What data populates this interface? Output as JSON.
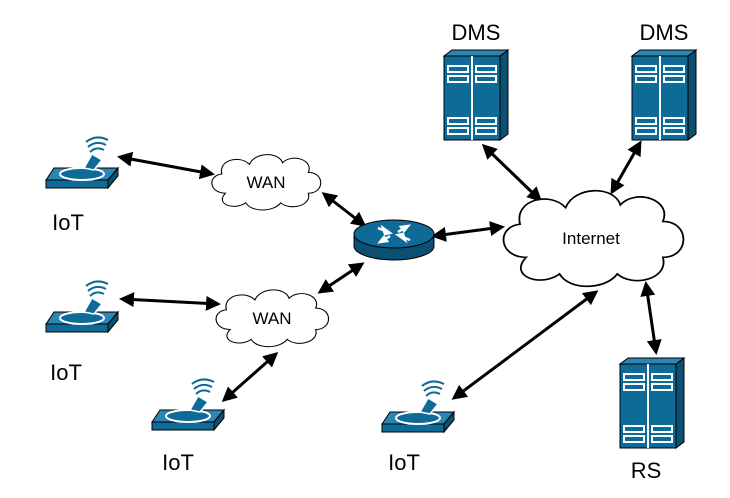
{
  "nodes": {
    "dms_left": {
      "label": "DMS",
      "icon": "server-icon"
    },
    "dms_right": {
      "label": "DMS",
      "icon": "server-icon"
    },
    "rs": {
      "label": "RS",
      "icon": "server-icon"
    },
    "internet": {
      "label": "Internet",
      "icon": "cloud-icon"
    },
    "wan_top": {
      "label": "WAN",
      "icon": "cloud-icon"
    },
    "wan_bottom": {
      "label": "WAN",
      "icon": "cloud-icon"
    },
    "router": {
      "icon": "router-icon"
    },
    "iot_top_left": {
      "label": "IoT",
      "icon": "iot-device-icon"
    },
    "iot_mid_left": {
      "label": "IoT",
      "icon": "iot-device-icon"
    },
    "iot_bottom_left": {
      "label": "IoT",
      "icon": "iot-device-icon"
    },
    "iot_bottom_center": {
      "label": "IoT",
      "icon": "iot-device-icon"
    }
  },
  "colors": {
    "device_blue": "#0e6a96",
    "device_dark": "#0b4f72",
    "outline": "#000000"
  }
}
